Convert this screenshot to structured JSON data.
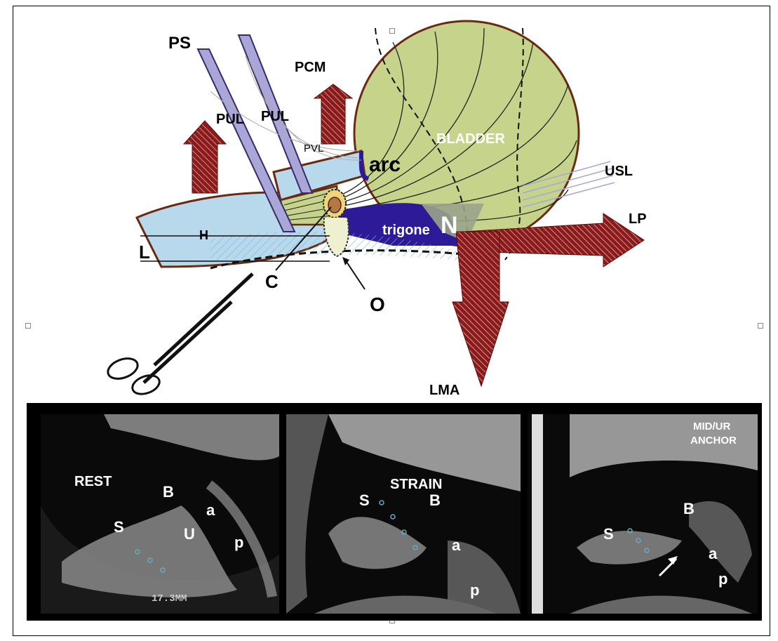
{
  "diagram": {
    "labels": {
      "ps": "PS",
      "pul_1": "PUL",
      "pul_2": "PUL",
      "pcm": "PCM",
      "pvl": "PVL",
      "arc": "arc",
      "bladder": "BLADDER",
      "usl": "USL",
      "lp": "LP",
      "trigone": "trigone",
      "n": "N",
      "h": "H",
      "l": "L",
      "c": "C",
      "o": "O",
      "lma": "LMA"
    },
    "colors": {
      "bladder": "#c5d48a",
      "trigone": "#2d1a96",
      "arrow": "#8b1a1a",
      "ligament": "#a9a6d8",
      "vagina": "#b8d8ec",
      "outline": "#6a2a12"
    }
  },
  "ultrasound": {
    "rest": {
      "title": "REST",
      "b": "B",
      "a": "a",
      "s": "S",
      "u": "U",
      "p": "p",
      "measure": "17.3MM"
    },
    "strain": {
      "title": "STRAIN",
      "s": "S",
      "b": "B",
      "a": "a",
      "p": "p"
    },
    "anchor": {
      "title_line1": "MID/UR",
      "title_line2": "ANCHOR",
      "b": "B",
      "s": "S",
      "a": "a",
      "p": "p"
    }
  }
}
